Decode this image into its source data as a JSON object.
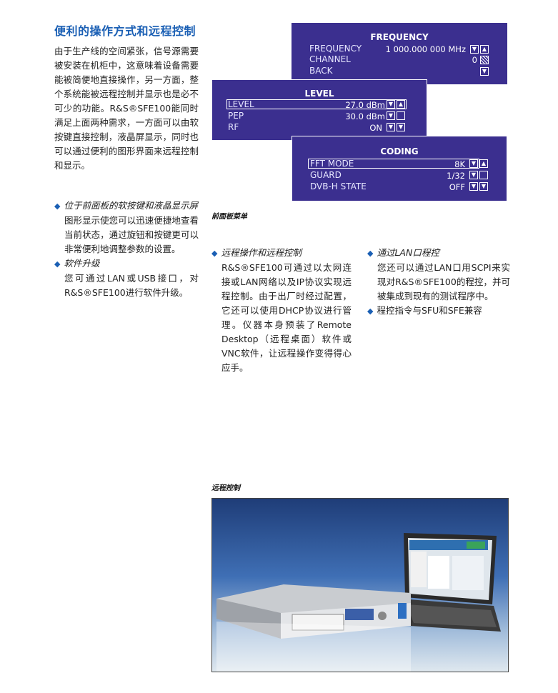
{
  "heading": "便利的操作方式和远程控制",
  "intro": "由于生产线的空间紧张，信号源需要被安装在机柜中，这意味着设备需要能被简便地直接操作，另一方面，整个系统能被远程控制并显示也是必不可少的功能。R&S®SFE100能同时满足上面两种需求，一方面可以由软按键直接控制，液晶屏显示，同时也可以通过便利的图形界面来远程控制和显示。",
  "bullets_left": [
    {
      "title": "位于前面板的软按键和液晶显示屏",
      "body": "图形显示使您可以迅速便捷地查看当前状态，通过旋钮和按键更可以非常便利地调整参数的设置。"
    },
    {
      "title": "软件升级",
      "body": "您可通过LAN或USB接口，对R&S®SFE100进行软件升级。"
    }
  ],
  "bullets_mid": [
    {
      "title": "远程操作和远程控制",
      "body": "R&S®SFE100可通过以太网连接或LAN网络以及IP协议实现远程控制。由于出厂时经过配置，它还可以使用DHCP协议进行管理。仪器本身预装了Remote Desktop（远程桌面）软件或VNC软件，让远程操作变得得心应手。"
    }
  ],
  "bullets_right": [
    {
      "title": "通过LAN口程控",
      "body": "您还可以通过LAN口用SCPI来实现对R&S®SFE100的程控，并可被集成到现有的测试程序中。"
    },
    {
      "title": "程控指令与SFU和SFE兼容",
      "body": ""
    }
  ],
  "caption_menu": "前面板菜单",
  "caption_remote": "远程控制",
  "lcd_frequency": {
    "title": "FREQUENCY",
    "rows": [
      {
        "label": "FREQUENCY",
        "value": "1 000.000 000  MHz"
      },
      {
        "label": "CHANNEL",
        "value": "0"
      },
      {
        "label": "BACK",
        "value": ""
      }
    ]
  },
  "lcd_level": {
    "title": "LEVEL",
    "rows": [
      {
        "label": "LEVEL",
        "value": "27.0  dBm"
      },
      {
        "label": "PEP",
        "value": "30.0  dBm"
      },
      {
        "label": "RF",
        "value": "ON"
      }
    ]
  },
  "lcd_coding": {
    "title": "CODING",
    "rows": [
      {
        "label": "FFT MODE",
        "value": "8K"
      },
      {
        "label": "GUARD",
        "value": "1/32"
      },
      {
        "label": "DVB-H STATE",
        "value": "OFF"
      }
    ]
  },
  "colors": {
    "accent": "#1a5fb4",
    "lcd_bg": "#3b2f8f"
  }
}
